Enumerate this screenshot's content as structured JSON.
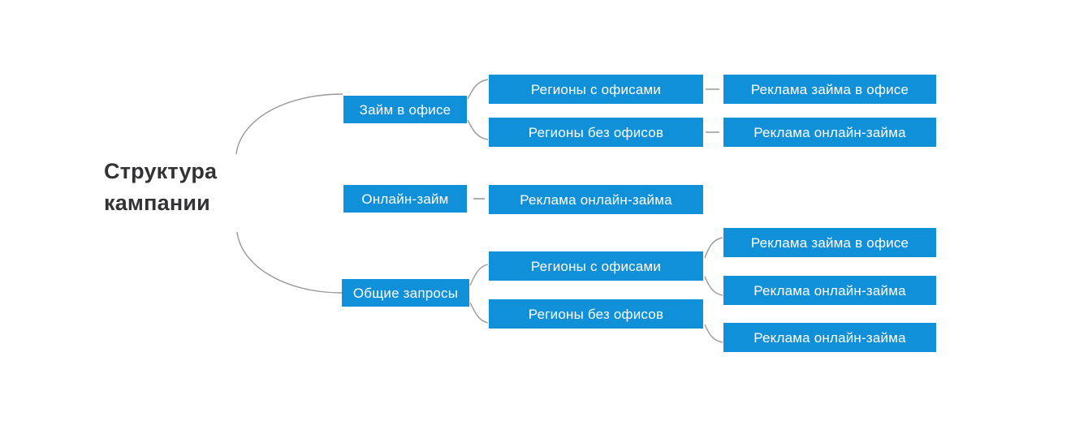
{
  "diagram": {
    "title_line1": "Структура",
    "title_line2": "кампании",
    "accent_color": "#1190da",
    "title_color": "#333336",
    "connector_color": "#9a9a9c",
    "background_color": "#ffffff",
    "branches": [
      {
        "level1": "Займ в офисе",
        "level2": [
          {
            "label": "Регионы с офисами",
            "level3": [
              "Реклама займа в офисе"
            ]
          },
          {
            "label": "Регионы без офисов",
            "level3": [
              "Реклама онлайн-займа"
            ]
          }
        ]
      },
      {
        "level1": "Онлайн-займ",
        "level2": [
          {
            "label": "Реклама онлайн-займа",
            "level3": []
          }
        ]
      },
      {
        "level1": "Общие запросы",
        "level2": [
          {
            "label": "Регионы с офисами",
            "level3": [
              "Реклама займа в офисе",
              "Реклама онлайн-займа"
            ]
          },
          {
            "label": "Регионы без офисов",
            "level3": [
              "Реклама онлайн-займа"
            ]
          }
        ]
      }
    ],
    "nodes": {
      "b1_l1": "Займ в офисе",
      "b1_l2_a": "Регионы с офисами",
      "b1_l2_b": "Регионы без офисов",
      "b1_l3_a": "Реклама займа в офисе",
      "b1_l3_b": "Реклама онлайн-займа",
      "b2_l1": "Онлайн-займ",
      "b2_l2_a": "Реклама онлайн-займа",
      "b3_l1": "Общие запросы",
      "b3_l2_a": "Регионы с офисами",
      "b3_l2_b": "Регионы без офисов",
      "b3_l3_a": "Реклама займа в офисе",
      "b3_l3_b": "Реклама онлайн-займа",
      "b3_l3_c": "Реклама онлайн-займа"
    }
  }
}
